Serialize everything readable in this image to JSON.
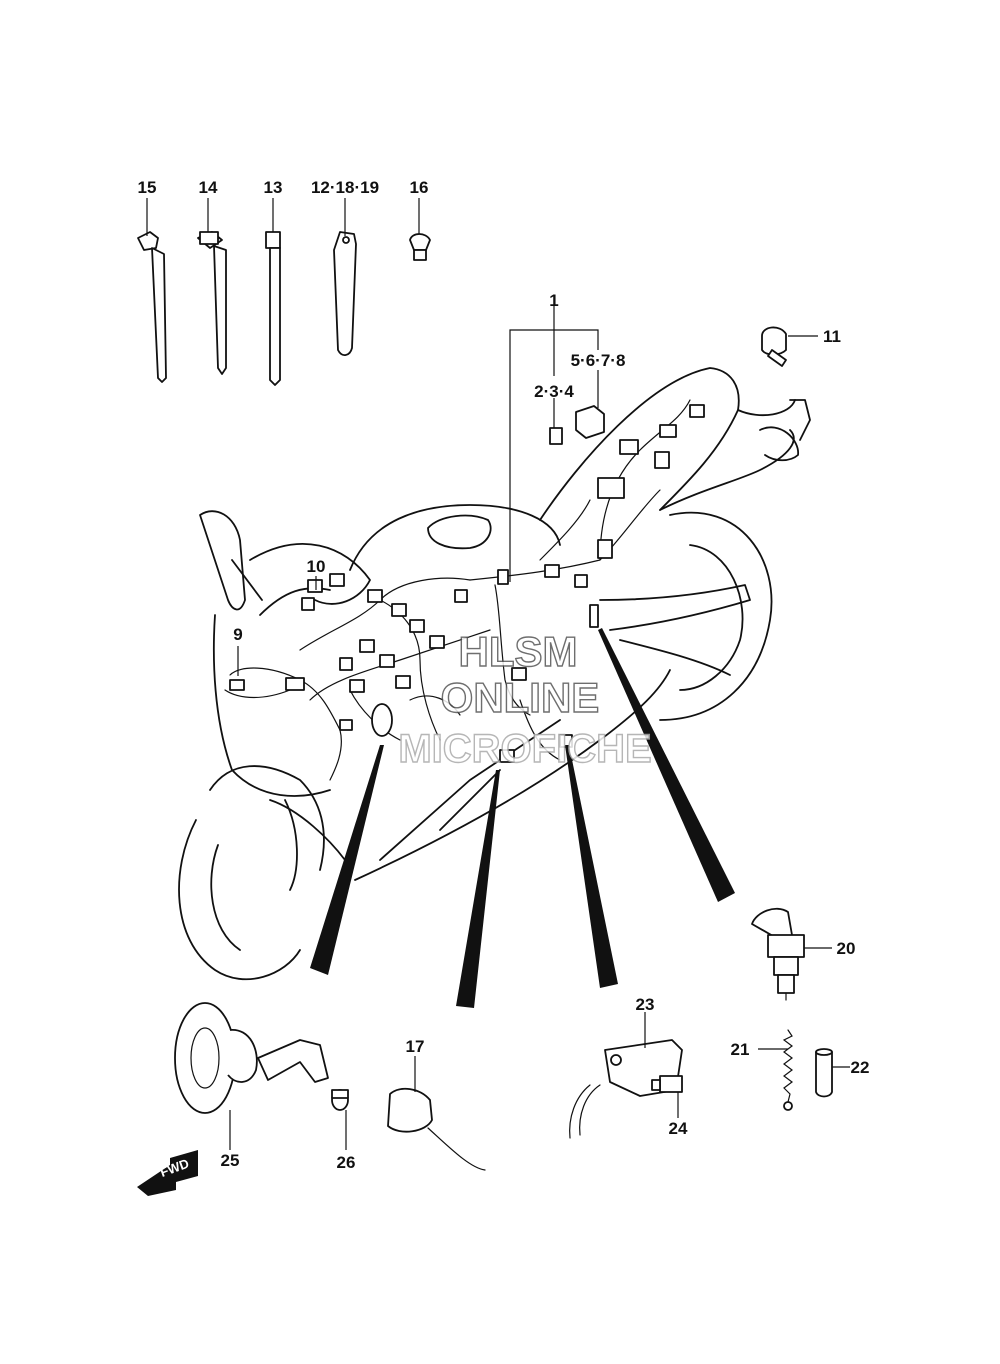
{
  "callouts": {
    "c1": "1",
    "c2": "2·3·4",
    "c5": "5·6·7·8",
    "c9": "9",
    "c10": "10",
    "c11": "11",
    "c12": "12·18·19",
    "c13": "13",
    "c14": "14",
    "c15": "15",
    "c16": "16",
    "c17": "17",
    "c20": "20",
    "c21": "21",
    "c22": "22",
    "c23": "23",
    "c24": "24",
    "c25": "25",
    "c26": "26"
  },
  "watermark": {
    "line1": "HLSM",
    "line2": "ONLINE",
    "line3": "MICROFICHE"
  },
  "direction_arrow": {
    "label": "FWD"
  }
}
